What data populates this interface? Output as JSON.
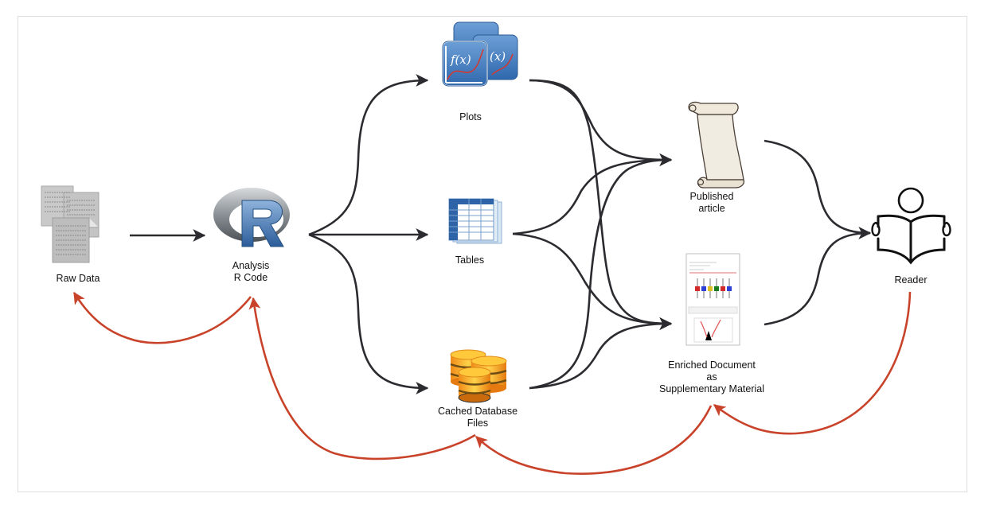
{
  "diagram": {
    "colors": {
      "forward_arrow": "#2b2b30",
      "feedback_arrow": "#c8432a",
      "frame_border": "#dedede"
    },
    "nodes": {
      "raw_data": {
        "icon": "documents-icon",
        "lines": [
          "Raw Data"
        ]
      },
      "r_code": {
        "icon": "r-logo-icon",
        "lines": [
          "Analysis",
          "R Code"
        ]
      },
      "plots": {
        "icon": "plots-icon",
        "lines": [
          "Plots"
        ]
      },
      "tables": {
        "icon": "tables-icon",
        "lines": [
          "Tables"
        ]
      },
      "cached_db": {
        "icon": "database-icon",
        "lines": [
          "Cached Database",
          "Files"
        ]
      },
      "published": {
        "icon": "scroll-icon",
        "lines": [
          "Published",
          "article"
        ]
      },
      "enriched": {
        "icon": "report-document-icon",
        "lines": [
          "Enriched Document",
          "as",
          "Supplementary Material"
        ]
      },
      "reader": {
        "icon": "reader-icon",
        "lines": [
          "Reader"
        ]
      }
    },
    "forward_edges": [
      [
        "raw_data",
        "r_code"
      ],
      [
        "r_code",
        "plots"
      ],
      [
        "r_code",
        "tables"
      ],
      [
        "r_code",
        "cached_db"
      ],
      [
        "plots",
        "published"
      ],
      [
        "plots",
        "enriched"
      ],
      [
        "tables",
        "published"
      ],
      [
        "tables",
        "enriched"
      ],
      [
        "cached_db",
        "published"
      ],
      [
        "cached_db",
        "enriched"
      ],
      [
        "published",
        "reader"
      ],
      [
        "enriched",
        "reader"
      ]
    ],
    "feedback_edges": [
      [
        "r_code",
        "raw_data"
      ],
      [
        "cached_db",
        "r_code"
      ],
      [
        "enriched",
        "cached_db"
      ],
      [
        "reader",
        "enriched"
      ]
    ]
  }
}
